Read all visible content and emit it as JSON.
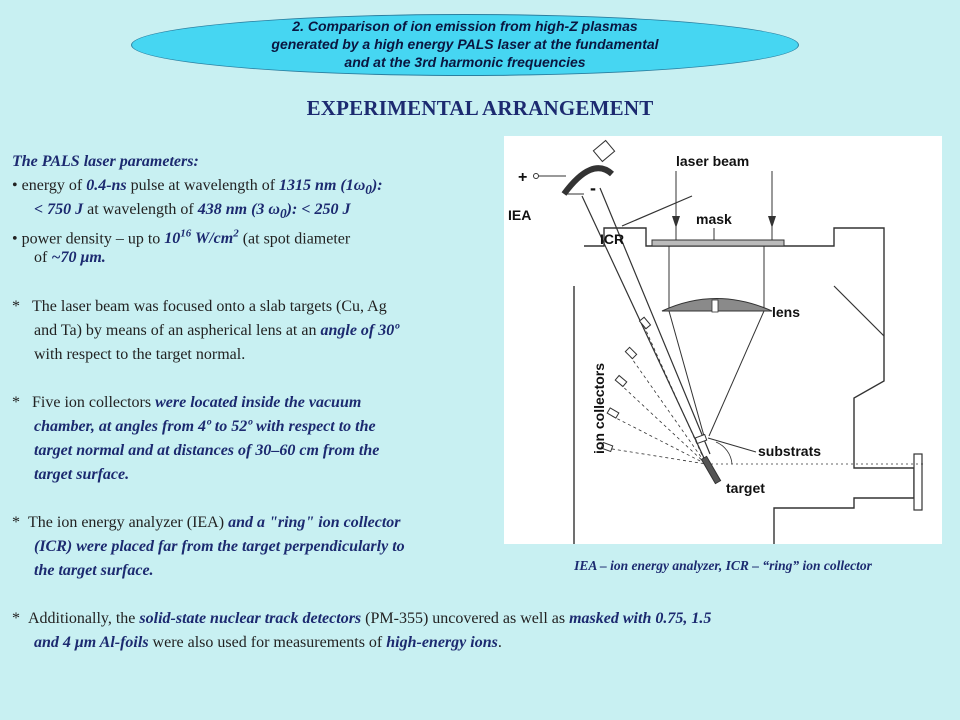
{
  "banner": {
    "line1": "2. Comparison of ion emission from high-Z plasmas",
    "line2": "generated by a high energy PALS laser at the fundamental",
    "line3": "and at the 3rd harmonic frequencies"
  },
  "heading": "EXPERIMENTAL ARRANGEMENT",
  "laser": {
    "title": "The PALS laser parameters:",
    "bullet": "•",
    "energy_lead": "energy of ",
    "energy_pulse": "0.4-ns",
    "energy_mid": " pulse at wavelength of ",
    "energy_wl1": "1315 nm (1ω",
    "energy_wl1_sub": "0",
    "energy_wl1_end": "):",
    "energy_val1": "< 750 J",
    "energy_mid2": " at wavelength of ",
    "energy_wl2": "438 nm (3 ω",
    "energy_wl2_sub": "0",
    "energy_val2": "): < 250 J",
    "power_lead": "power density – up to ",
    "power_val": "10",
    "power_exp": "16",
    "power_unit": " W/cm",
    "power_unit_exp": "2",
    "power_tail": " (at spot diameter",
    "spot_lead": "of ",
    "spot_val": "~70 μm."
  },
  "para1": {
    "star": "*",
    "l1": "The laser beam was focused onto a slab targets (Cu, Ag",
    "l2a": "and Ta) by means of an aspherical lens at an ",
    "l2b": "angle of 30º",
    "l3": "with respect to the target normal."
  },
  "para2": {
    "star": "*",
    "l1a": "Five ion collectors ",
    "l1b": "were located inside the vacuum",
    "l2": "chamber, at angles from 4º to 52º with respect to the",
    "l3": "target normal and at distances of 30–60 cm from the",
    "l4": "target surface."
  },
  "para3": {
    "star": "*",
    "l1a": "The ion energy analyzer (IEA) ",
    "l1b": "and a \"ring\" ion collector",
    "l2": "(ICR) were placed far from the target perpendicularly to",
    "l3": "the target surface."
  },
  "para4": {
    "star": "*",
    "l1a": "Additionally, the ",
    "l1b": "solid-state nuclear track detectors",
    "l1c": " (PM-355) uncovered as well as ",
    "l1d": "masked with 0.75, 1.5",
    "l2a": "and 4 μm Al-foils",
    "l2b": " were also used for measurements of ",
    "l2c": "high-energy ions",
    "l2d": "."
  },
  "diagram": {
    "laser_beam": "laser beam",
    "mask": "mask",
    "lens": "lens",
    "icr": "ICR",
    "iea": "IEA",
    "ion_collectors": "ion collectors",
    "substrats": "substrats",
    "target": "target",
    "plus": "+",
    "minus": "-"
  },
  "caption": "IEA – ion energy analyzer, ICR – “ring” ion collector"
}
